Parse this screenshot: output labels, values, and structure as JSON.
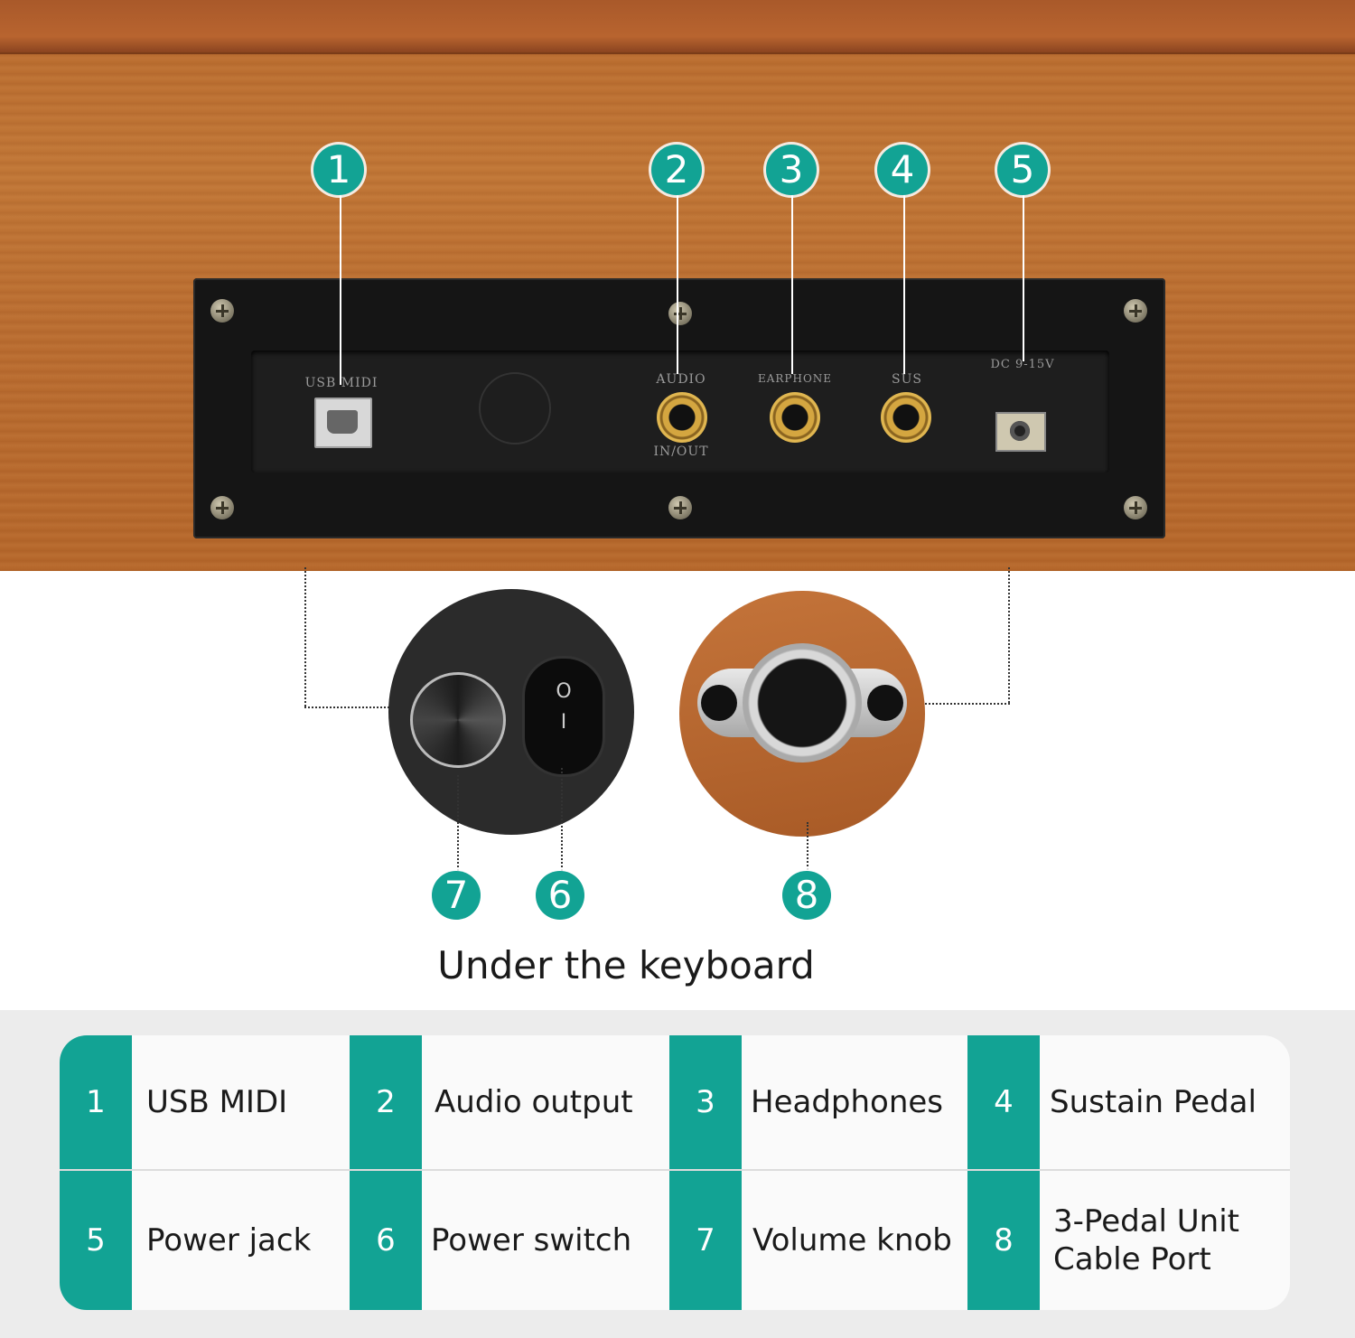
{
  "ports_panel": {
    "labels": {
      "usb": "USB MIDI",
      "audio_top": "AUDIO",
      "audio_bottom": "IN/OUT",
      "headphone": "EARPHONE",
      "sus": "SUS",
      "dc": "DC 9-15V"
    }
  },
  "callouts": {
    "top": [
      "1",
      "2",
      "3",
      "4",
      "5"
    ],
    "bottom": [
      "7",
      "6",
      "8"
    ]
  },
  "switch": {
    "on": "O",
    "off": "I"
  },
  "caption": "Under the keyboard",
  "legend": {
    "row1": [
      {
        "num": "1",
        "label": "USB MIDI"
      },
      {
        "num": "2",
        "label": "Audio output"
      },
      {
        "num": "3",
        "label": "Headphones"
      },
      {
        "num": "4",
        "label": "Sustain Pedal"
      }
    ],
    "row2": [
      {
        "num": "5",
        "label": "Power jack"
      },
      {
        "num": "6",
        "label": "Power switch"
      },
      {
        "num": "7",
        "label": "Volume knob"
      },
      {
        "num": "8",
        "label": "3-Pedal Unit\nCable Port"
      }
    ]
  },
  "colors": {
    "accent": "#12a394",
    "wood": "#b96c30",
    "panel": "#151515"
  }
}
